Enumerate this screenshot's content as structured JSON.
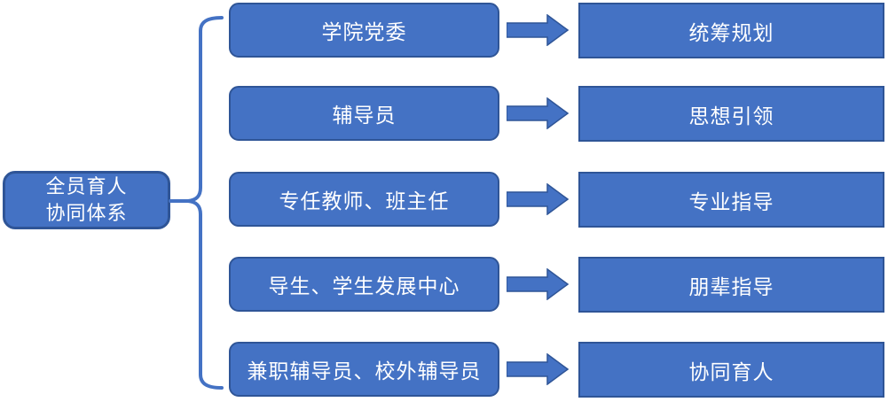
{
  "root": {
    "label": "全员育人\n协同体系"
  },
  "rows": [
    {
      "source": "学院党委",
      "function": "统筹规划"
    },
    {
      "source": "辅导员",
      "function": "思想引领"
    },
    {
      "source": "专任教师、班主任",
      "function": "专业指导"
    },
    {
      "source": "导生、学生发展中心",
      "function": "朋辈指导"
    },
    {
      "source": "兼职辅导员、校外辅导员",
      "function": "协同育人"
    }
  ],
  "icons": {
    "brace": "left-curly-brace-icon",
    "arrow": "right-block-arrow-icon"
  },
  "colors": {
    "node_fill": "#4472C4",
    "node_border": "#2F5597",
    "text": "#FFFFFF",
    "brace_stroke": "#4472C4",
    "background": "#FFFFFF"
  }
}
